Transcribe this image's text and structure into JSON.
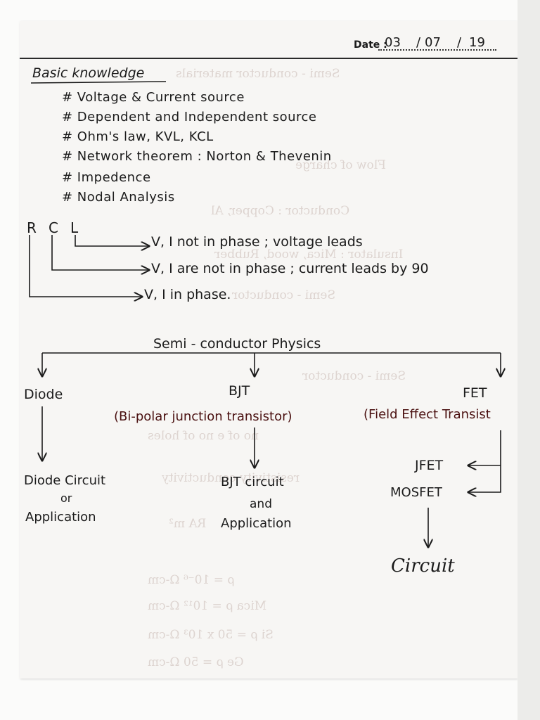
{
  "date": {
    "label": "Date :",
    "day": "03",
    "month": "07",
    "year": "19"
  },
  "section_title": "Basic knowledge",
  "bullets": [
    "# Voltage  &  Current  source",
    "# Dependent  and  Independent  source",
    "# Ohm's  law,  KVL,  KCL",
    "# Network  theorem  :  Norton  & Thevenin",
    "# Impedence",
    "# Nodal  Analysis"
  ],
  "rcl": {
    "r": "R",
    "c": "C",
    "l": "L",
    "l_text": "V, I  not  in  phase ;  voltage  leads",
    "c_text": "V, I  are  not  in  phase ;  current  leads  by 90",
    "r_text": "V, I   in   phase."
  },
  "tree": {
    "root": "Semi - conductor  Physics",
    "diode": "Diode",
    "bjt": "BJT",
    "bjt_full": "(Bi-polar  junction  transistor)",
    "fet": "FET",
    "fet_full": "(Field Effect Transist",
    "jfet": "JFET",
    "mosfet": "MOSFET",
    "diode_app_1": "Diode  Circuit",
    "diode_app_2": "or",
    "diode_app_3": "Application",
    "bjt_app_1": "BJT  circuit",
    "bjt_app_2": "and",
    "bjt_app_3": "Application",
    "circuit": "Circuit"
  },
  "colors": {
    "ink": "#1b1b1b",
    "red_ink": "#5a1414",
    "bleed": "#c9b9b3"
  }
}
